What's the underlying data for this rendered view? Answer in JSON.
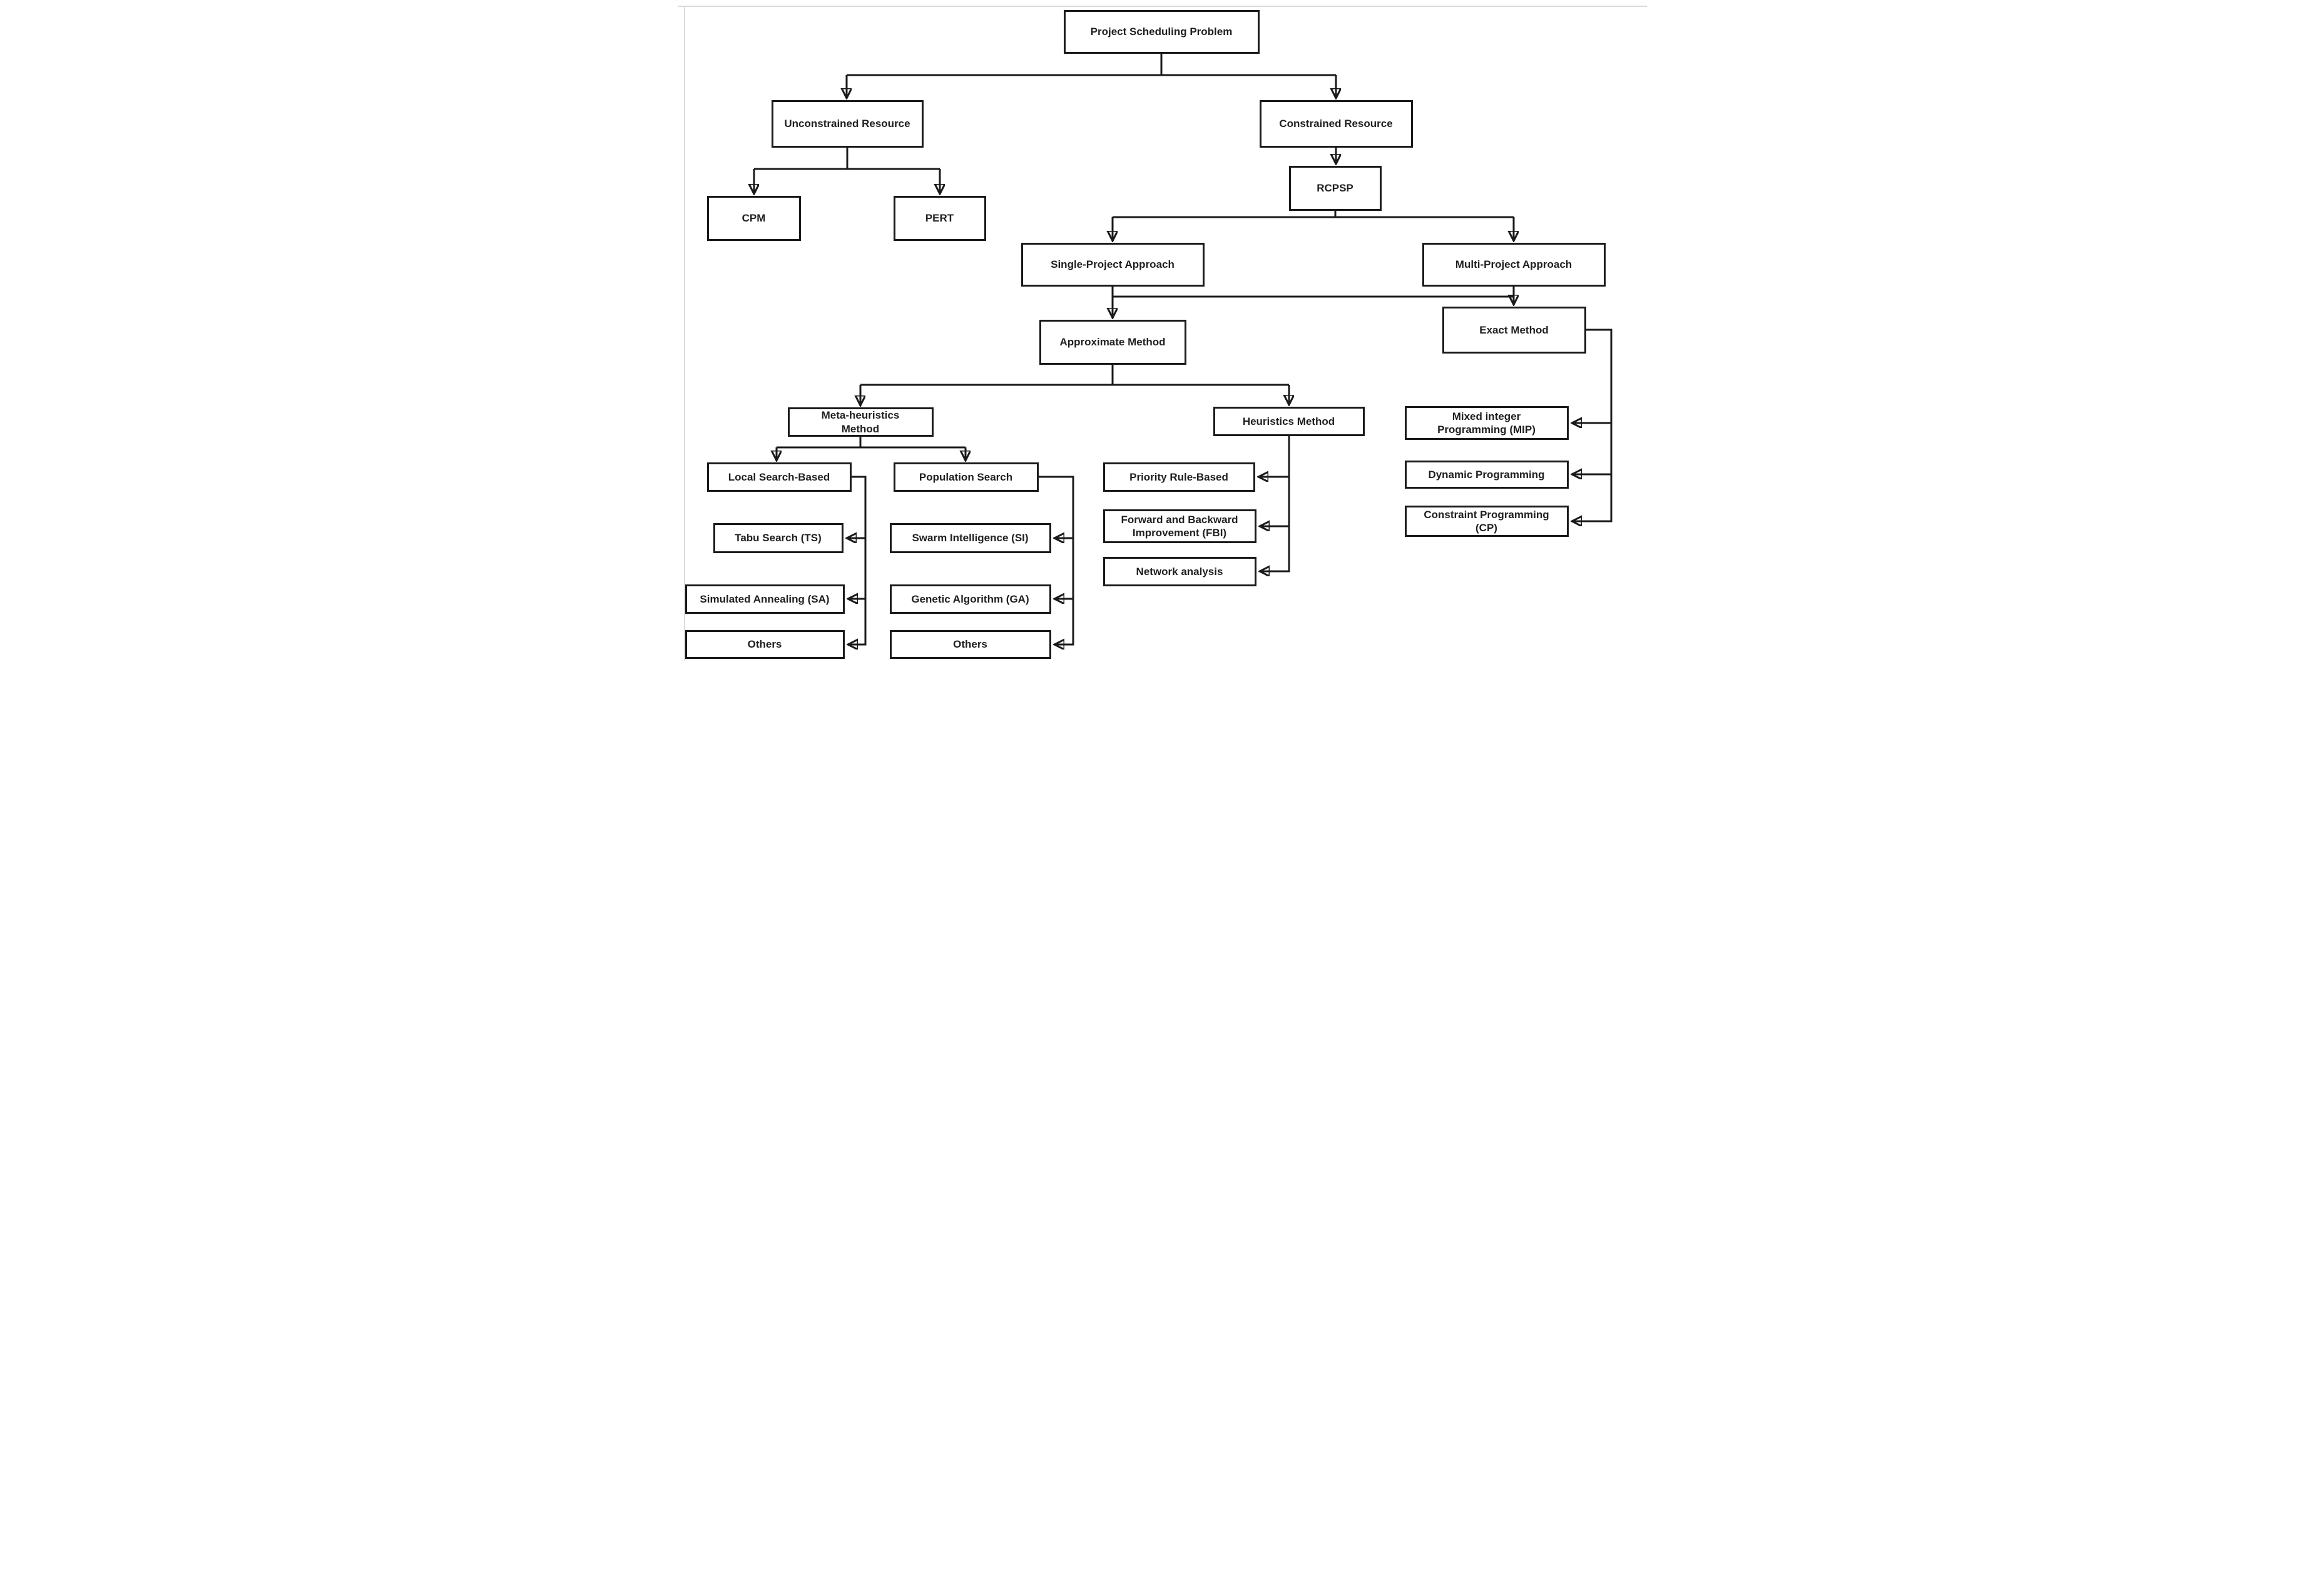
{
  "diagram": {
    "type": "flowchart",
    "background": "#ffffff",
    "colors": {
      "line": "#1a1a1a",
      "box_border": "#1a1a1a",
      "box_fill": "#ffffff",
      "text": "#1f1f1f",
      "frame": "#dadada"
    },
    "nodes": {
      "psp": {
        "label": "Project Scheduling Problem"
      },
      "unconstrained": {
        "label": "Unconstrained Resource"
      },
      "constrained": {
        "label": "Constrained Resource"
      },
      "cpm": {
        "label": "CPM"
      },
      "pert": {
        "label": "PERT"
      },
      "rcpsp": {
        "label": "RCPSP"
      },
      "single": {
        "label": "Single-Project Approach"
      },
      "multi": {
        "label": "Multi-Project Approach"
      },
      "approx": {
        "label": "Approximate Method"
      },
      "exact": {
        "label": "Exact Method"
      },
      "meta": {
        "label": "Meta-heuristics\nMethod"
      },
      "heur": {
        "label": "Heuristics Method"
      },
      "mip": {
        "label": "Mixed integer\nProgramming (MIP)"
      },
      "local": {
        "label": "Local Search-Based"
      },
      "pop": {
        "label": "Population Search"
      },
      "priority": {
        "label": "Priority Rule-Based"
      },
      "dynamic": {
        "label": "Dynamic Programming"
      },
      "tabu": {
        "label": "Tabu Search (TS)"
      },
      "swarm": {
        "label": "Swarm Intelligence (SI)"
      },
      "fbi": {
        "label": "Forward and Backward\nImprovement (FBI)"
      },
      "cp": {
        "label": "Constraint Programming\n(CP)"
      },
      "network": {
        "label": "Network analysis"
      },
      "sa": {
        "label": "Simulated Annealing (SA)"
      },
      "ga": {
        "label": "Genetic Algorithm (GA)"
      },
      "others_local": {
        "label": "Others"
      },
      "others_pop": {
        "label": "Others"
      }
    },
    "edges": [
      [
        "psp",
        "unconstrained"
      ],
      [
        "psp",
        "constrained"
      ],
      [
        "unconstrained",
        "cpm"
      ],
      [
        "unconstrained",
        "pert"
      ],
      [
        "constrained",
        "rcpsp"
      ],
      [
        "rcpsp",
        "single"
      ],
      [
        "rcpsp",
        "multi"
      ],
      [
        "single",
        "approx"
      ],
      [
        "multi",
        "exact"
      ],
      [
        "single",
        "multi-crosslink"
      ],
      [
        "approx",
        "meta"
      ],
      [
        "approx",
        "heur"
      ],
      [
        "meta",
        "local"
      ],
      [
        "meta",
        "pop"
      ],
      [
        "local",
        "tabu"
      ],
      [
        "local",
        "sa"
      ],
      [
        "local",
        "others_local"
      ],
      [
        "pop",
        "swarm"
      ],
      [
        "pop",
        "ga"
      ],
      [
        "pop",
        "others_pop"
      ],
      [
        "heur",
        "priority"
      ],
      [
        "heur",
        "fbi"
      ],
      [
        "heur",
        "network"
      ],
      [
        "exact",
        "mip"
      ],
      [
        "exact",
        "dynamic"
      ],
      [
        "exact",
        "cp"
      ]
    ]
  }
}
